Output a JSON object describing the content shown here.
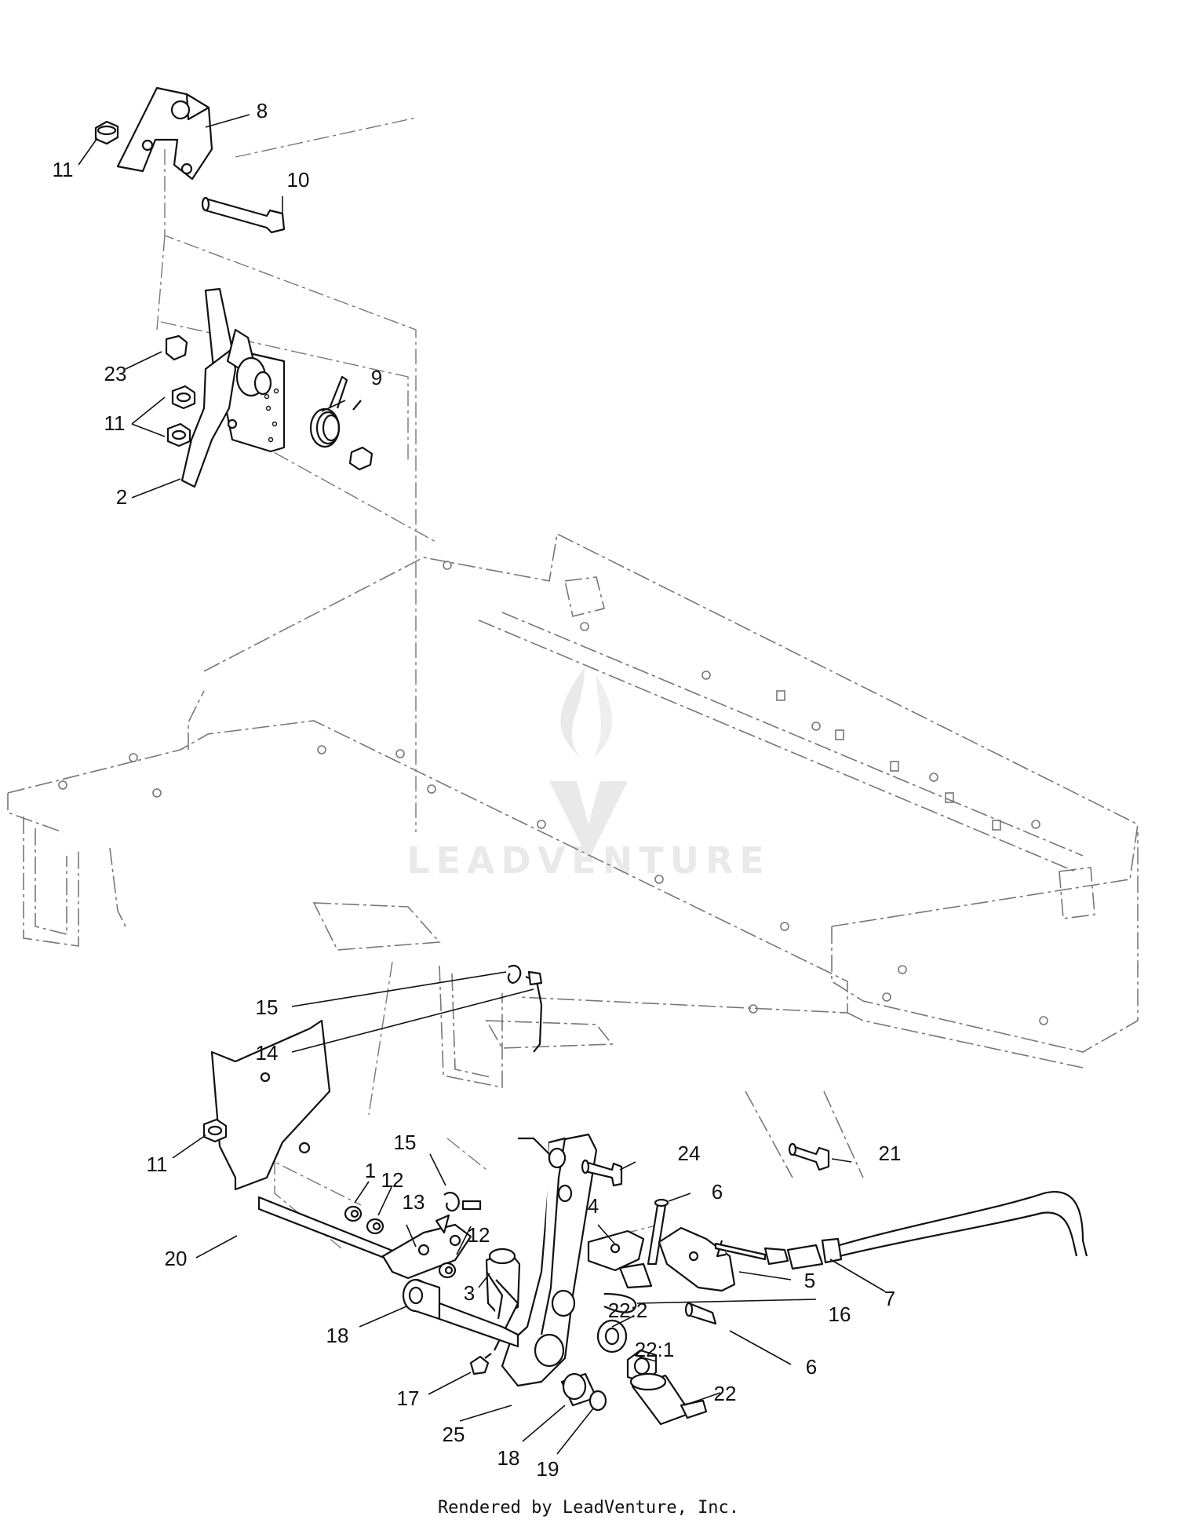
{
  "diagram": {
    "callouts": [
      "11",
      "8",
      "10",
      "23",
      "9",
      "11",
      "2",
      "15",
      "14",
      "11",
      "15",
      "1",
      "12",
      "13",
      "12",
      "20",
      "24",
      "6",
      "4",
      "21",
      "5",
      "7",
      "3",
      "16",
      "18",
      "22:2",
      "22:1",
      "6",
      "22",
      "17",
      "25",
      "18",
      "19"
    ]
  },
  "watermark": {
    "text": "LEADVENTURE"
  },
  "footer": {
    "text": "Rendered by LeadVenture, Inc."
  },
  "colors": {
    "line": "#111111",
    "phantom": "#777777",
    "watermark": "#e6e6e6"
  }
}
